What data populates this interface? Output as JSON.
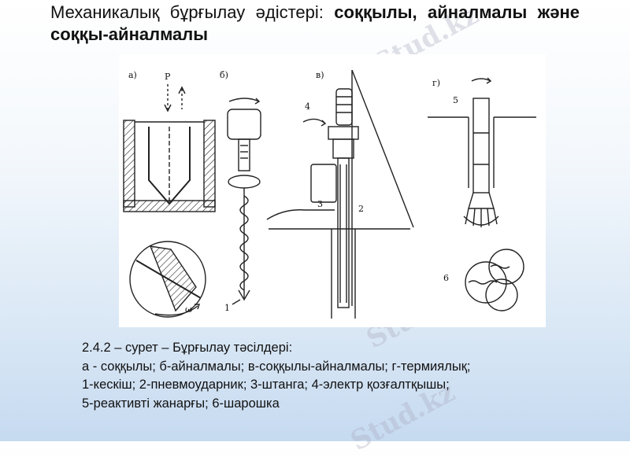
{
  "slide": {
    "title_normal": "Механикалық бұрғылау әдістері: ",
    "title_bold": "соққылы, айналмалы және соққы-айналмалы",
    "watermark": "Stud.kz"
  },
  "figure": {
    "labels": {
      "a": "а)",
      "b": "б)",
      "v": "в)",
      "g": "г)",
      "p": "P",
      "omega": "ω",
      "n1": "1",
      "n2": "2",
      "n3": "3",
      "n4": "4",
      "n5": "5",
      "n6": "6"
    }
  },
  "caption": {
    "line1": "2.4.2 – сурет – Бұрғылау тәсілдері:",
    "line2": "а - соққылы; б-айналмалы; в-соққылы-айналмалы; г-термиялық;",
    "line3": "1-кескіш; 2-пневмоударник; 3-штанга; 4-электр қозғалтқышы;",
    "line4": "5-реактивті жанарғы; 6-шарошка"
  }
}
